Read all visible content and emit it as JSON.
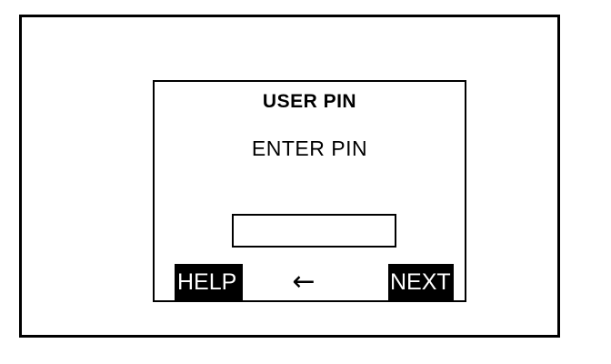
{
  "device": {
    "frame_color": "#000000",
    "background_color": "#ffffff"
  },
  "screen": {
    "title": "USER PIN",
    "prompt": "ENTER PIN",
    "border_color": "#000000",
    "pin_field": {
      "value": "",
      "placeholder": "",
      "border_color": "#000000"
    },
    "softkeys": [
      {
        "name": "help",
        "label": "HELP",
        "background_color": "#000000",
        "text_color": "#ffffff"
      },
      {
        "name": "back",
        "label": "←",
        "icon": "arrow-left-icon",
        "background_color": "#ffffff",
        "text_color": "#000000"
      },
      {
        "name": "next",
        "label": "NEXT",
        "background_color": "#000000",
        "text_color": "#ffffff"
      }
    ]
  }
}
